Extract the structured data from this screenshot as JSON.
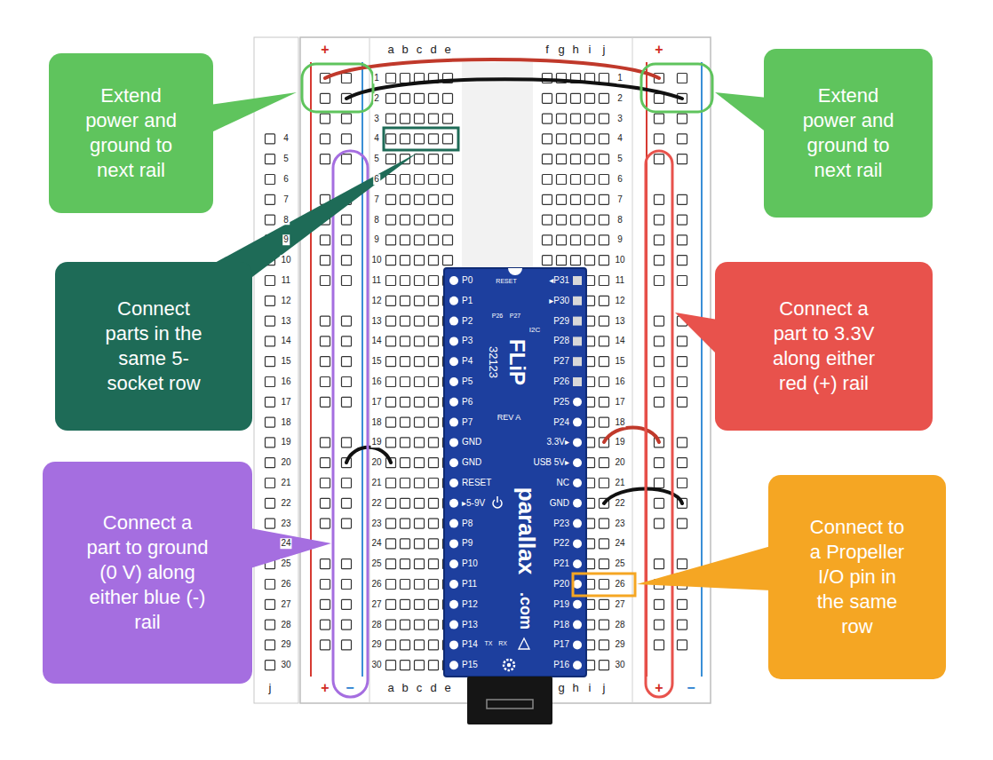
{
  "diagram": {
    "nodes": [
      {
        "text": [
          "Extend power and ground to next rail"
        ]
      },
      {
        "text": [
          "Extend power and ground to next rail"
        ]
      },
      {
        "text": [
          "Connect parts in the same 5-socket row"
        ]
      },
      {
        "text": [
          "Connect a part to 3.3V along either red (+) rail"
        ]
      },
      {
        "text": [
          "Connect a part to ground (0 V) along either blue (-) rail"
        ]
      },
      {
        "text": [
          "Connect to a Propeller I/O pin in the same row"
        ]
      }
    ],
    "labels": [
      "+",
      "a",
      "b",
      "c",
      "d",
      "e",
      "f",
      "g",
      "h",
      "i",
      "j",
      "+",
      "4",
      "5",
      "6",
      "7",
      "8",
      "9",
      "10",
      "11",
      "12",
      "13",
      "14",
      "15",
      "16",
      "17",
      "18",
      "19",
      "20",
      "21",
      "22",
      "23",
      "24",
      "25",
      "26",
      "27",
      "28",
      "29",
      "30",
      "1",
      "2",
      "3",
      "4",
      "5",
      "6",
      "7",
      "8",
      "9",
      "10",
      "11",
      "12",
      "13",
      "14",
      "15",
      "16",
      "17",
      "18",
      "19",
      "20",
      "21",
      "22",
      "23",
      "24",
      "25",
      "26",
      "27",
      "28",
      "29",
      "30",
      "1",
      "2",
      "3",
      "4",
      "5",
      "6",
      "7",
      "8",
      "9",
      "10",
      "11",
      "12",
      "13",
      "14",
      "15",
      "16",
      "17",
      "18",
      "19",
      "20",
      "21",
      "22",
      "23",
      "24",
      "25",
      "26",
      "27",
      "28",
      "29",
      "30",
      "P0",
      "P1",
      "P2",
      "P3",
      "P4",
      "P5",
      "P6",
      "P7",
      "GND",
      "GND",
      "RESET",
      "▸5-9V",
      "P8",
      "P9",
      "P10",
      "P11",
      "P12",
      "P13",
      "P14",
      "P15",
      "◂P31",
      "▸P30",
      "P29",
      "P28",
      "P27",
      "P26",
      "P25",
      "P24",
      "3.3V▸",
      "USB 5V▸",
      "NC",
      "GND",
      "P23",
      "P22",
      "P21",
      "P20",
      "P19",
      "P18",
      "P17",
      "P16",
      "RESET",
      "P26",
      "P27",
      "I2C",
      "FLiP",
      "32123",
      "REV A",
      "parallax",
      ".com",
      "TX",
      "RX",
      "j",
      "+",
      "−",
      "a",
      "b",
      "c",
      "d",
      "e",
      "g",
      "h",
      "i",
      "j",
      "+",
      "−"
    ]
  }
}
